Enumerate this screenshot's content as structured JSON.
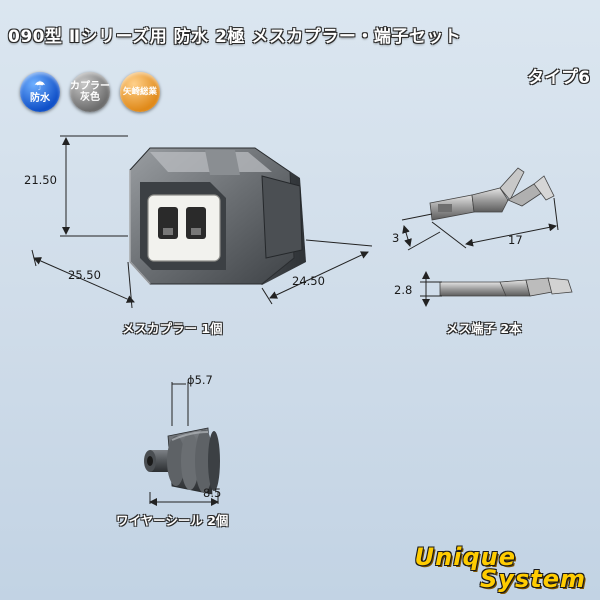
{
  "header": {
    "title": "090型 Ⅱシリーズ用 防水 2極 メスカプラー・端子セット",
    "subtitle": "タイプ6"
  },
  "badges": {
    "waterproof": "防水",
    "color_line1": "カプラー",
    "color_line2": "灰色",
    "maker": "矢崎総業"
  },
  "coupler": {
    "height": "21.50",
    "width": "25.50",
    "depth": "24.50",
    "caption": "メスカプラー 1個"
  },
  "terminal": {
    "width": "3",
    "length": "17",
    "height": "2.8",
    "caption": "メス端子 2本"
  },
  "seal": {
    "diameter": "ϕ5.7",
    "length": "8.5",
    "caption": "ワイヤーシール 2個"
  },
  "brand": {
    "line1": "Unique",
    "line2": "System"
  },
  "colors": {
    "connector_gray": "#6a6e72",
    "seal_gray": "#55595d",
    "badge_blue": "#1050c8",
    "badge_gray": "#6d6d6d",
    "badge_orange": "#e08a1a",
    "brand_yellow": "#ffcc00"
  }
}
